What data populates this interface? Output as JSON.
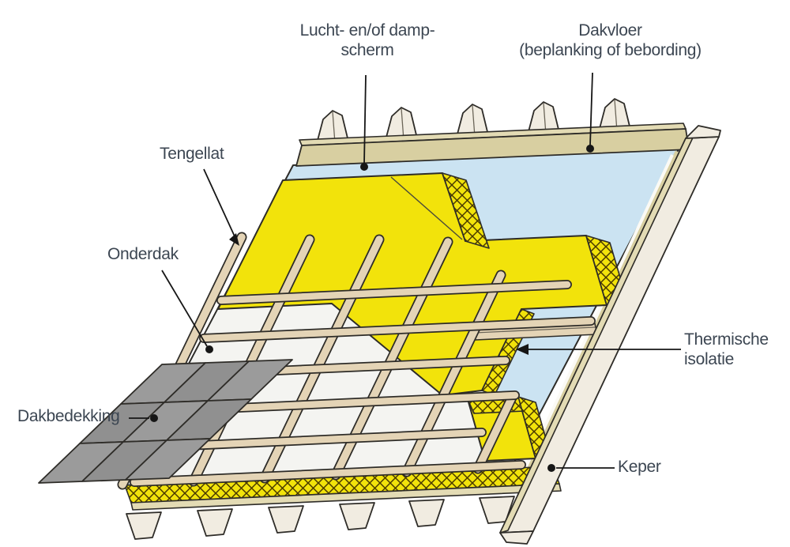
{
  "labels": {
    "vapor_barrier": {
      "line1": "Lucht- en/of damp-",
      "line2": "scherm"
    },
    "roof_deck": {
      "line1": "Dakvloer",
      "line2": "(beplanking of bebording)"
    },
    "tile_batten": {
      "text": "Tengellat"
    },
    "underlay": {
      "text": "Onderdak"
    },
    "roof_covering": {
      "text": "Dakbedekking"
    },
    "thermal_insulation": {
      "line1": "Thermische",
      "line2": "isolatie"
    },
    "rafter": {
      "text": "Keper"
    }
  },
  "colors": {
    "insulation_yellow": "#F2E30B",
    "barrier_blue": "#CBE3F2",
    "deck_tan": "#D8CFA1",
    "deck_tan_light": "#E3DBB4",
    "wood_batten": "#E4D4B6",
    "rafter_cream": "#F1ECE1",
    "underlay_white": "#F4F4F1",
    "tile_gray": "#9B9B9B",
    "tile_gray_alt": "#909090",
    "outline_dark": "#2E2C28",
    "hatch_brown": "#4A3A00",
    "label_text": "#3C4652",
    "leader_black": "#161616"
  }
}
